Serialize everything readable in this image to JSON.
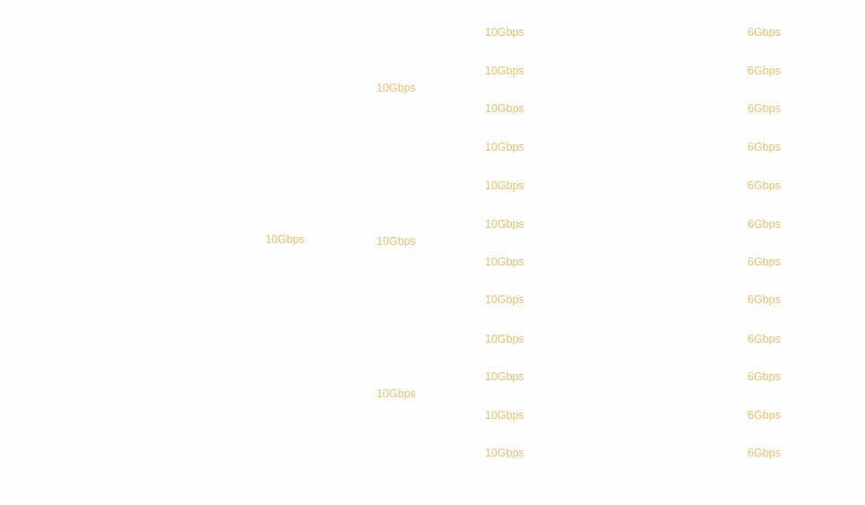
{
  "diagram": {
    "type": "network-topology",
    "label_color": "#e8c06a",
    "core_link": {
      "speed": "10Gbps"
    },
    "aggregation_links": [
      {
        "speed": "10Gbps"
      },
      {
        "speed": "10Gbps"
      },
      {
        "speed": "10Gbps"
      }
    ],
    "access_links": [
      {
        "uplink": "10Gbps",
        "downlink": "6Gbps"
      },
      {
        "uplink": "10Gbps",
        "downlink": "6Gbps"
      },
      {
        "uplink": "10Gbps",
        "downlink": "6Gbps"
      },
      {
        "uplink": "10Gbps",
        "downlink": "6Gbps"
      },
      {
        "uplink": "10Gbps",
        "downlink": "6Gbps"
      },
      {
        "uplink": "10Gbps",
        "downlink": "6Gbps"
      },
      {
        "uplink": "10Gbps",
        "downlink": "6Gbps"
      },
      {
        "uplink": "10Gbps",
        "downlink": "6Gbps"
      },
      {
        "uplink": "10Gbps",
        "downlink": "6Gbps"
      },
      {
        "uplink": "10Gbps",
        "downlink": "6Gbps"
      },
      {
        "uplink": "10Gbps",
        "downlink": "6Gbps"
      },
      {
        "uplink": "10Gbps",
        "downlink": "6Gbps"
      }
    ]
  }
}
